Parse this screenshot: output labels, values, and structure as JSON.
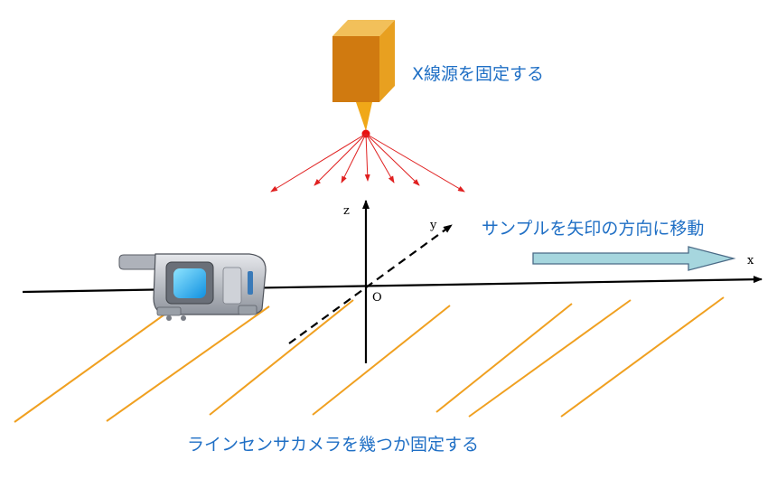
{
  "labels": {
    "source": "X線源を固定する",
    "move": "サンプルを矢印の方向に移動",
    "cameras": "ラインセンサカメラを幾つか固定する"
  },
  "axes": {
    "x": "x",
    "y": "y",
    "z": "z",
    "origin": "O"
  },
  "colors": {
    "label_text": "#1f6fc5",
    "source_front": "#d07a10",
    "source_side": "#e8a020",
    "source_top": "#f2c05a",
    "beam_cone": "#f0a818",
    "focal_point": "#e81010",
    "rays": "#e02020",
    "sensor_lines": "#f0a020",
    "move_arrow_fill": "#a6d6de",
    "move_arrow_stroke": "#4a6a86",
    "sample_body": "#b8bcc4",
    "sample_screen": "#28b8ff"
  },
  "icons": {
    "source": "xray-source-box",
    "sample": "sample-device-icon"
  }
}
